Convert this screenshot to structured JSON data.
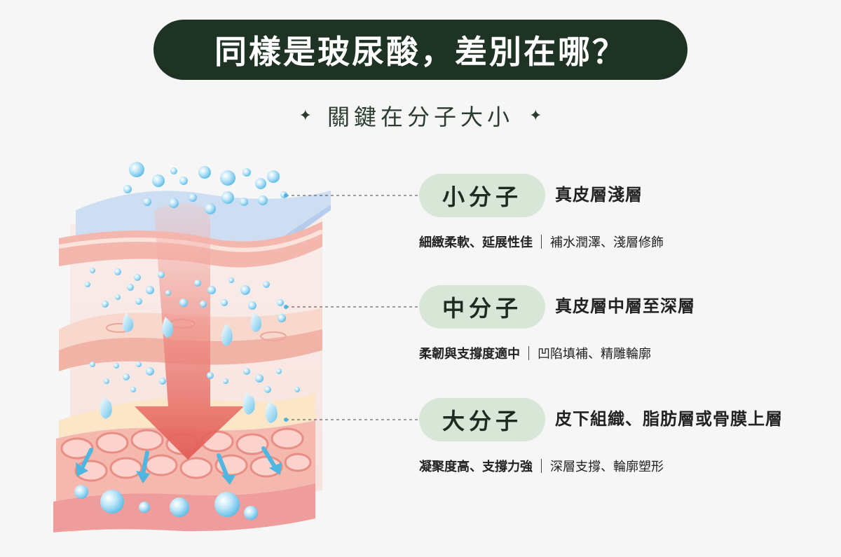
{
  "title": "同樣是玻尿酸，差別在哪？",
  "subtitle": "關鍵在分子大小",
  "sparkle_glyph": "✦",
  "layers": [
    {
      "size": "小分子",
      "depth": "真皮層淺層",
      "property": "細緻柔軟、延展性佳",
      "effect": "補水潤澤、淺層修飾"
    },
    {
      "size": "中分子",
      "depth": "真皮層中層至深層",
      "property": "柔韌與支撐度適中",
      "effect": "凹陷填補、精雕輪廓"
    },
    {
      "size": "大分子",
      "depth": "皮下組織、脂肪層或骨膜上層",
      "property": "凝聚度高、支撐力強",
      "effect": "深層支撐、輪廓塑形"
    }
  ],
  "colors": {
    "title_bg": "#1f3325",
    "pill_bg": "#d8e6d8",
    "arrow": "#e8706a",
    "skin_pink": "#f1a59d",
    "droplet": "#4fb6e0"
  }
}
